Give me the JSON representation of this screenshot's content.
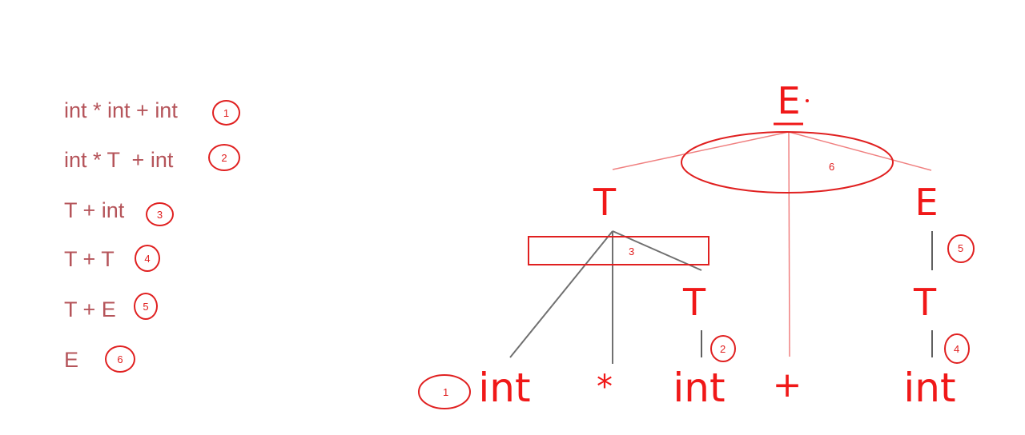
{
  "steps": [
    {
      "text": "int * int + int",
      "num": "1"
    },
    {
      "text": "int * T  + int",
      "num": "2"
    },
    {
      "text": "T + int",
      "num": "3"
    },
    {
      "text": "T + T",
      "num": "4"
    },
    {
      "text": "T + E",
      "num": "5"
    },
    {
      "text": "E",
      "num": "6"
    }
  ],
  "tree": {
    "root": "E",
    "left_t": "T",
    "right_e": "E",
    "mid_t": "T",
    "right_t": "T",
    "leaves": [
      "int",
      "*",
      "int",
      "+",
      "int"
    ]
  },
  "annotations": {
    "ellipse_root": "6",
    "rect_t": "3",
    "right_e_step": "5",
    "mid_int_step": "2",
    "right_int_step": "4",
    "first_int_step": "1"
  },
  "colors": {
    "red": "#f01818",
    "step_text": "#b5545a",
    "gray_line": "#707070",
    "pink_line": "#f08080"
  }
}
